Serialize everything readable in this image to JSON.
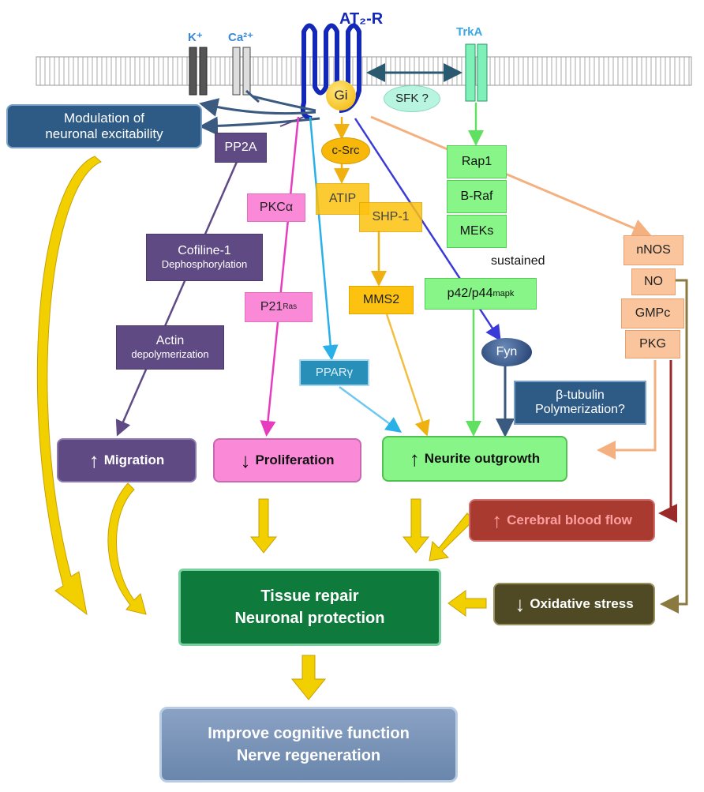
{
  "membrane": {
    "k_label": "K⁺",
    "ca_label": "Ca²⁺",
    "at2r_label": "AT₂-R",
    "trka_label": "TrkA",
    "gi_label": "Gi",
    "sfk_label": "SFK ?"
  },
  "left": {
    "modulation_label": "Modulation of\nneuronal excitability",
    "pp2a_label": "PP2A",
    "cofiline_title": "Cofiline-1",
    "cofiline_sub": "Dephosphorylation",
    "actin_title": "Actin",
    "actin_sub": "depolymerization",
    "migration_arrow": "↑",
    "migration_label": "Migration"
  },
  "pink_path": {
    "pkc_label": "PKCα",
    "p21_label": "P21",
    "p21_sup": "Ras",
    "prolif_arrow": "↓",
    "prolif_label": "Proliferation"
  },
  "orange_path": {
    "csrc_label": "c-Src",
    "atip_label": "ATIP",
    "shp1_label": "SHP-1",
    "mms2_label": "MMS2"
  },
  "ppar_label": "PPARγ",
  "trka_path": {
    "rap1_label": "Rap1",
    "braf_label": "B-Raf",
    "meks_label": "MEKs",
    "sustained_label": "sustained",
    "p42_label": "p42/p44",
    "p42_sup": "mapk",
    "fyn_label": "Fyn",
    "tubulin_label": "β-tubulin\nPolymerization?",
    "neurite_arrow": "↑",
    "neurite_label": "Neurite outgrowth"
  },
  "no_path": {
    "nnos_label": "nNOS",
    "no_label": "NO",
    "gmpc_label": "GMPc",
    "pkg_label": "PKG",
    "blood_arrow": "↑",
    "blood_label": "Cerebral blood flow",
    "oxid_arrow": "↓",
    "oxid_label": "Oxidative stress"
  },
  "outcomes": {
    "tissue_label": "Tissue repair\nNeuronal  protection",
    "cognitive_label": "Improve cognitive function\nNerve regeneration"
  },
  "colors": {
    "purple": "#5f4a84",
    "pink": "#fa8ad8",
    "orange": "#fcc20f",
    "green": "#87f587",
    "salmon": "#fac49c",
    "dark_green": "#0e7a3c",
    "blue_gray": "#7c96b8",
    "dark_blue": "#1e4e7e",
    "brick": "#a83a30",
    "olive": "#4f4a24"
  }
}
